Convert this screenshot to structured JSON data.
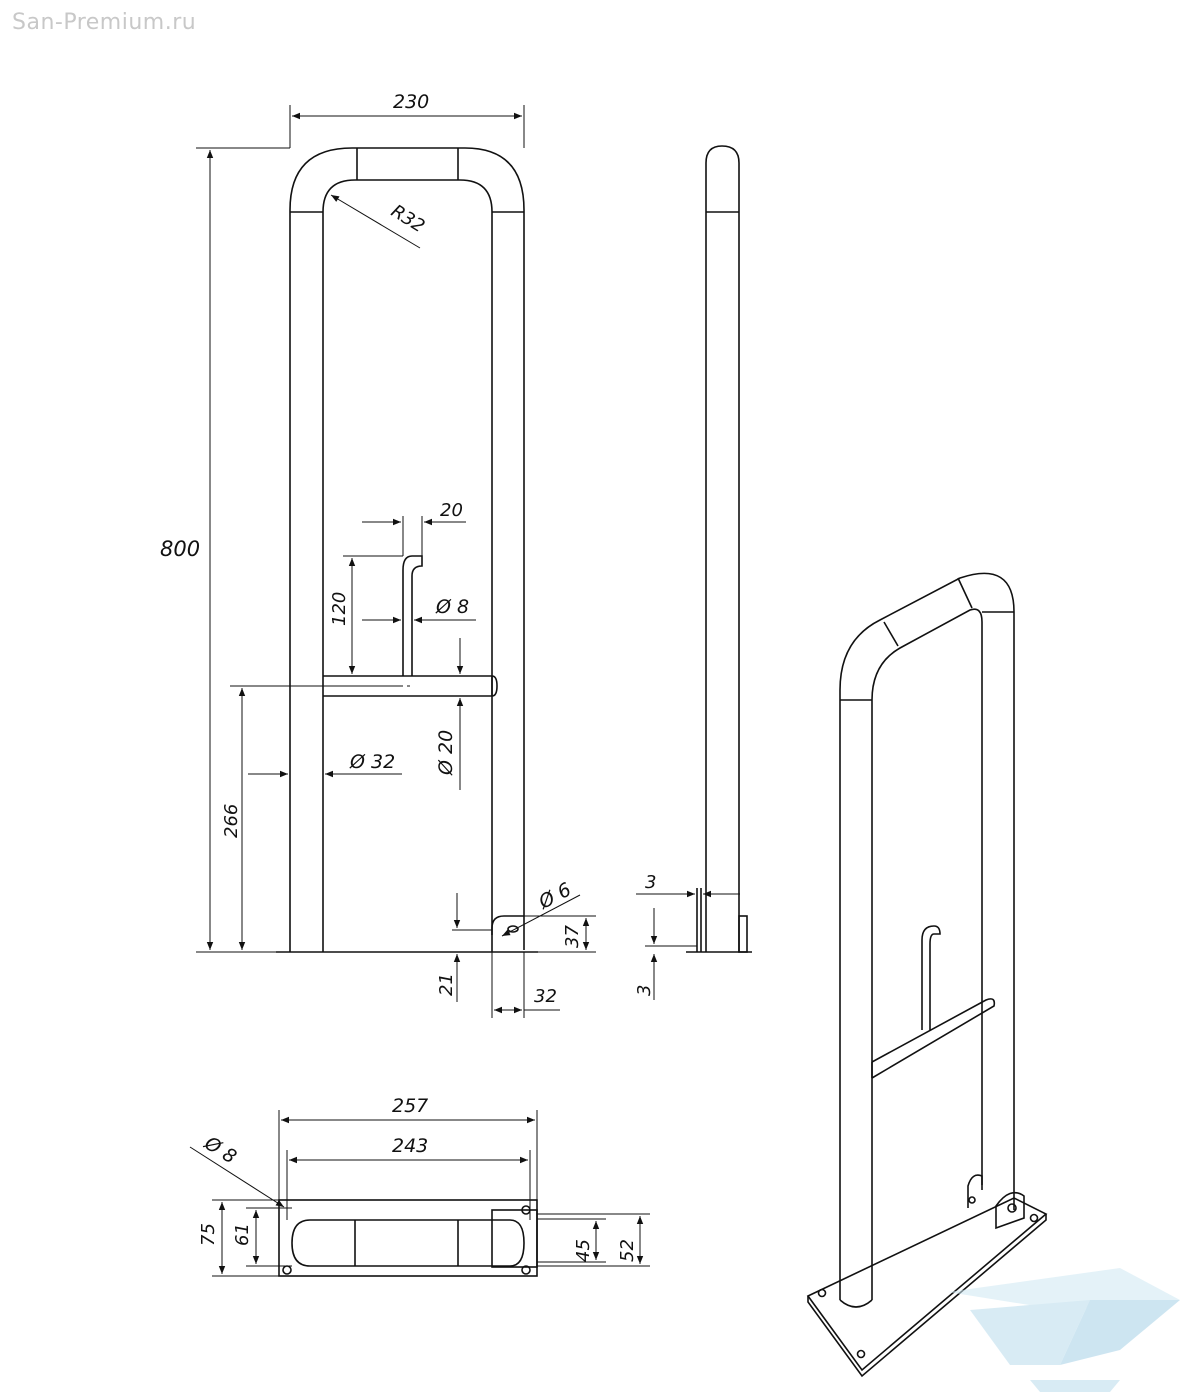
{
  "watermark": {
    "site": "San-Premium.ru"
  },
  "front_view": {
    "width": "230",
    "height": "800",
    "radius": "R32",
    "hook_width": "20",
    "hook_height": "120",
    "hook_diameter": "Ø 8",
    "bar_diameter": "Ø 20",
    "tube_diameter": "Ø 32",
    "bar_height": "266",
    "hole_diameter": "Ø 6",
    "bracket_height": "37",
    "bracket_offset": "21",
    "bracket_width": "32"
  },
  "side_view": {
    "plate_thickness": "3",
    "gap": "3"
  },
  "bottom_view": {
    "outer_length": "257",
    "inner_length": "243",
    "hole_diameter": "Ø 8",
    "depth_outer": "75",
    "depth_inner": "61",
    "bracket_inner": "45",
    "bracket_outer": "52"
  },
  "colors": {
    "line": "#111111",
    "watermark": "#c8c8c8",
    "logo": "#b9dcec"
  }
}
